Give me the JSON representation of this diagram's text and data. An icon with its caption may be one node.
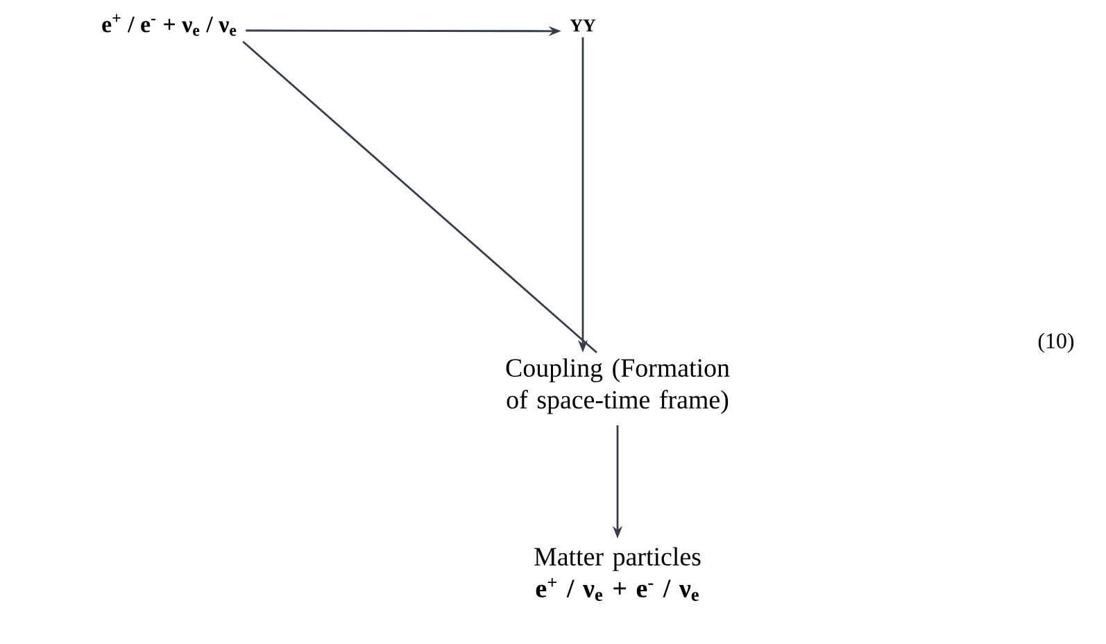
{
  "diagram": {
    "nodes": [
      {
        "text": [
          "e$^{+}$ / e$^{-}$ + ν$_{e}$ / ν$_{e}$"
        ]
      },
      {
        "text": [
          "YY"
        ]
      },
      {
        "text": [
          "Coupling (Formation of space-time frame)"
        ]
      },
      {
        "text": [
          "Matter particles",
          "e$^{+}$ / ν$_{e}$ + e$^{-}$ / ν$_{e}$"
        ]
      }
    ],
    "edges": [
      {
        "from": 0,
        "to": 1,
        "arrow": "to"
      },
      {
        "from": 1,
        "to": 2,
        "arrow": "to"
      },
      {
        "from": 0,
        "to": 2,
        "arrow": "none"
      },
      {
        "from": 2,
        "to": 3,
        "arrow": "to"
      }
    ],
    "labels": [
      "(10)"
    ]
  }
}
